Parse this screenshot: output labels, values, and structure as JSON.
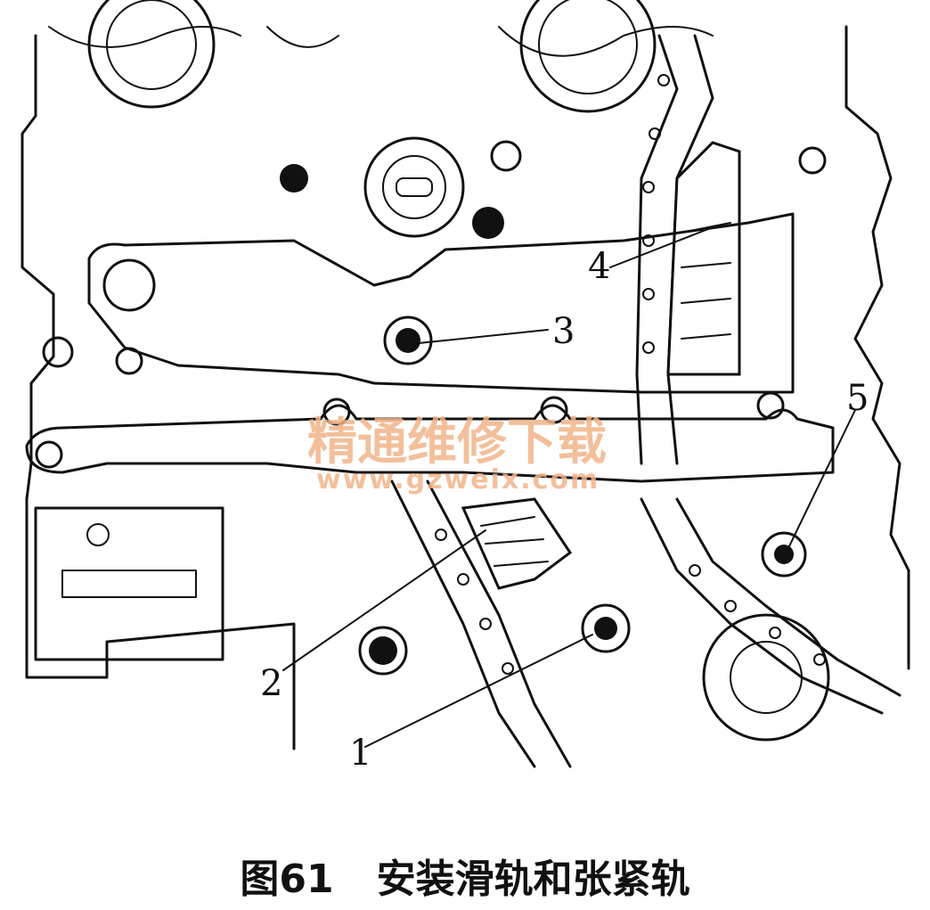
{
  "figure": {
    "callouts": [
      {
        "id": "callout-1",
        "label": "1"
      },
      {
        "id": "callout-2",
        "label": "2"
      },
      {
        "id": "callout-3",
        "label": "3"
      },
      {
        "id": "callout-4",
        "label": "4"
      },
      {
        "id": "callout-5",
        "label": "5"
      }
    ],
    "watermark": {
      "text": "精通维修下载",
      "url": "www.gzweix.com"
    }
  },
  "caption": {
    "number": "图61",
    "title": "安装滑轨和张紧轨"
  }
}
